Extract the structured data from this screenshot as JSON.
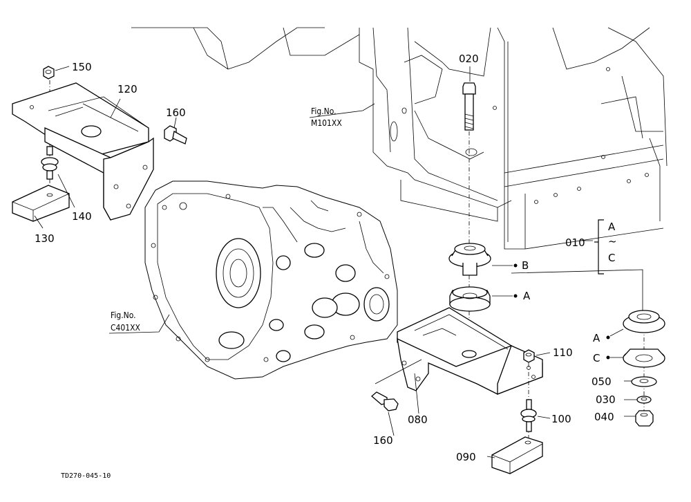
{
  "labels": {
    "p150": "150",
    "p120": "120",
    "p160a": "160",
    "p140": "140",
    "p130": "130",
    "p020": "020",
    "fig_m_top": "Fig.No.",
    "fig_m_bot": "M101XX",
    "fig_c_top": "Fig.No.",
    "fig_c_bot": "C401XX",
    "p010": "010",
    "range_a": "A",
    "range_tilde": "~",
    "range_c": "C",
    "mark_b": "B",
    "mark_a1": "A",
    "mark_a2": "A",
    "mark_c": "C",
    "p050": "050",
    "p030": "030",
    "p040": "040",
    "p110": "110",
    "p100": "100",
    "p080": "080",
    "p160b": "160",
    "p090": "090",
    "drawing_id": "TD270-045-10"
  }
}
